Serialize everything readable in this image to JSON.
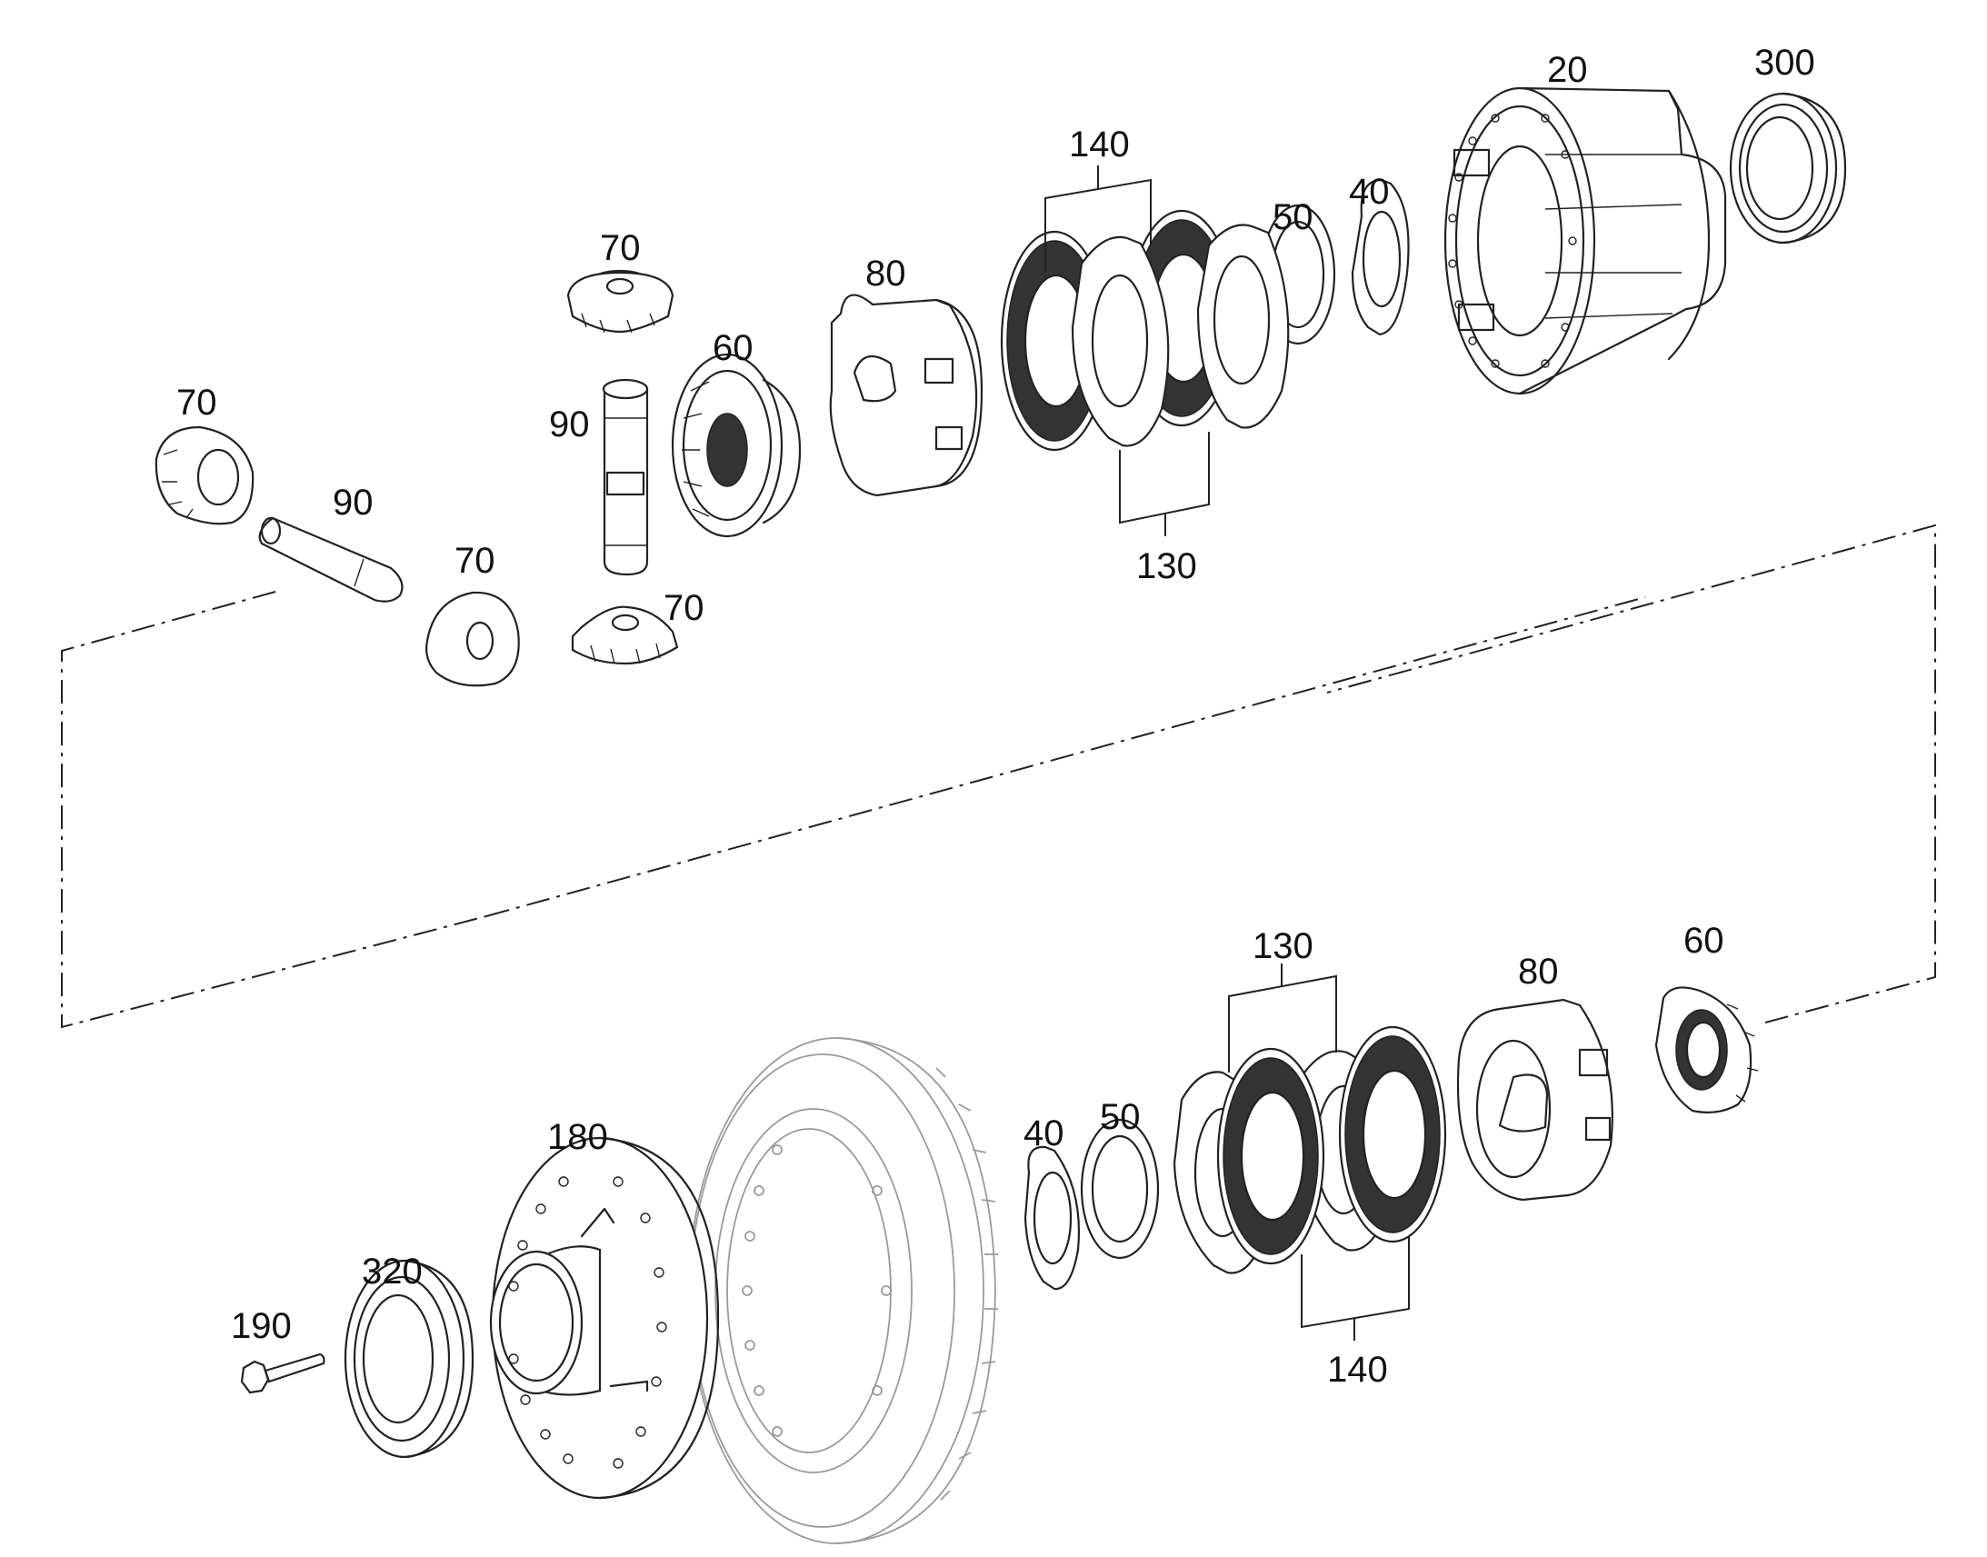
{
  "labels": {
    "p20": "20",
    "p300": "300",
    "p140_top": "140",
    "p50_top": "50",
    "p40_top": "40",
    "p70_a": "70",
    "p80_top": "80",
    "p60_top": "60",
    "p90_a": "90",
    "p70_b": "70",
    "p90_b": "90",
    "p70_c": "70",
    "p70_d": "70",
    "p130_top": "130",
    "p130_bot": "130",
    "p60_bot": "60",
    "p80_bot": "80",
    "p40_bot": "40",
    "p50_bot": "50",
    "p180": "180",
    "p320": "320",
    "p190": "190",
    "p140_bot": "140"
  }
}
